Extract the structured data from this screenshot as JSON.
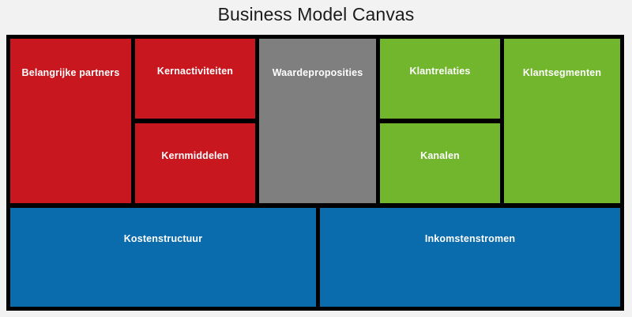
{
  "page": {
    "title": "Business Model Canvas",
    "background_color": "#f2f2f2"
  },
  "palette": {
    "red": "#c8171e",
    "green": "#72b62e",
    "gray": "#7f7f7f",
    "blue": "#0a6bad",
    "border": "#000000",
    "label_text": "#ffffff",
    "title_text": "#1c1c1c"
  },
  "canvas": {
    "blocks": [
      {
        "id": "key-partners",
        "label": "Belangrijke partners",
        "color": "#c8171e",
        "column": 1,
        "span": "full"
      },
      {
        "id": "key-activities",
        "label": "Kernactiviteiten",
        "color": "#c8171e",
        "column": 2,
        "span": "top"
      },
      {
        "id": "key-resources",
        "label": "Kernmiddelen",
        "color": "#c8171e",
        "column": 2,
        "span": "bottom"
      },
      {
        "id": "value-props",
        "label": "Waardeproposities",
        "color": "#7f7f7f",
        "column": 3,
        "span": "full"
      },
      {
        "id": "customer-rel",
        "label": "Klantrelaties",
        "color": "#72b62e",
        "column": 4,
        "span": "top"
      },
      {
        "id": "channels",
        "label": "Kanalen",
        "color": "#72b62e",
        "column": 4,
        "span": "bottom"
      },
      {
        "id": "customer-seg",
        "label": "Klantsegmenten",
        "color": "#72b62e",
        "column": 5,
        "span": "full"
      },
      {
        "id": "cost-structure",
        "label": "Kostenstructuur",
        "color": "#0a6bad",
        "column": "left",
        "span": "footer"
      },
      {
        "id": "revenue-streams",
        "label": "Inkomstenstromen",
        "color": "#0a6bad",
        "column": "right",
        "span": "footer"
      }
    ]
  }
}
